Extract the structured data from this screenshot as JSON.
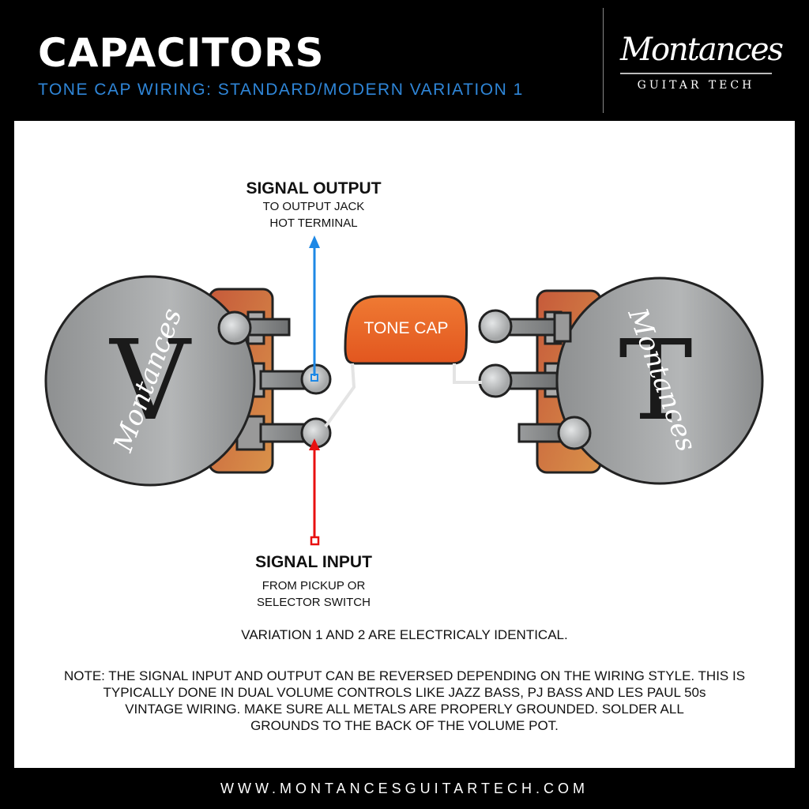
{
  "header": {
    "title": "CAPACITORS",
    "subtitle": "TONE CAP WIRING: STANDARD/MODERN VARIATION 1"
  },
  "logo": {
    "script": "Montances",
    "sub": "GUITAR TECH"
  },
  "diagram": {
    "signal_output": {
      "title": "SIGNAL OUTPUT",
      "line1": "TO OUTPUT JACK",
      "line2": "HOT TERMINAL"
    },
    "signal_input": {
      "title": "SIGNAL INPUT",
      "line1": "FROM PICKUP OR",
      "line2": "SELECTOR SWITCH"
    },
    "tone_cap": "TONE CAP",
    "volume_pot_letter": "V",
    "tone_pot_letter": "T",
    "pot_script": "Montances",
    "colors": {
      "output": "#1e88e5",
      "input": "#e81010",
      "cap": "#e8662a",
      "pot": "#a8aaab"
    }
  },
  "notes": {
    "variation": "VARIATION 1 AND 2 ARE ELECTRICALY IDENTICAL.",
    "note_lines": [
      "NOTE: THE SIGNAL INPUT AND OUTPUT CAN BE REVERSED DEPENDING ON THE WIRING STYLE. THIS IS",
      "TYPICALLY DONE IN DUAL VOLUME CONTROLS LIKE JAZZ BASS, PJ BASS AND LES PAUL 50s",
      "VINTAGE WIRING. MAKE SURE ALL METALS ARE PROPERLY GROUNDED. SOLDER ALL",
      "GROUNDS TO THE BACK OF THE VOLUME POT."
    ]
  },
  "footer": "WWW.MONTANCESGUITARTECH.COM"
}
